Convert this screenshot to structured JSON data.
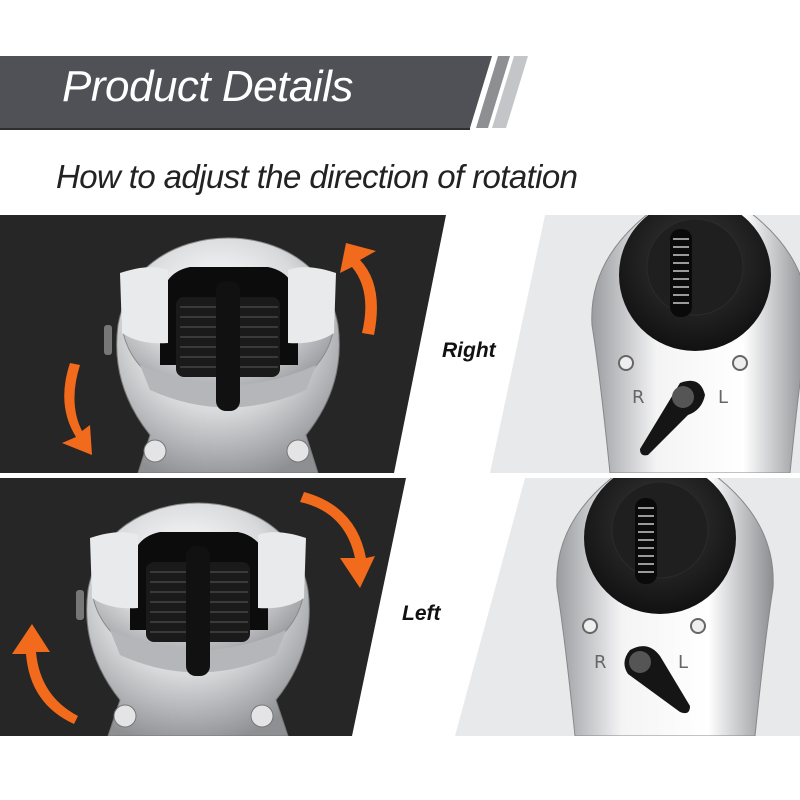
{
  "header": {
    "title": "Product Details",
    "bar_color": "#505157",
    "stripe_colors": [
      "#8e8f93",
      "#c4c5c8"
    ]
  },
  "subtitle": "How to adjust the direction of rotation",
  "panels": [
    {
      "direction_label": "Right",
      "switch_position": "right-pointing-down-left",
      "arrow_top": "up-right curved arrow",
      "arrow_bottom": "down-left curved arrow",
      "switch_letters": [
        "R",
        "L"
      ]
    },
    {
      "direction_label": "Left",
      "switch_position": "left-pointing-down-right",
      "arrow_top": "down-right curved arrow",
      "arrow_bottom": "up-left curved arrow",
      "switch_letters": [
        "R",
        "L"
      ]
    }
  ],
  "colors": {
    "dark_panel": "#262626",
    "light_panel": "#e8e9eb",
    "accent_arrow": "#f26a1b",
    "chrome": "#d9dadc"
  }
}
